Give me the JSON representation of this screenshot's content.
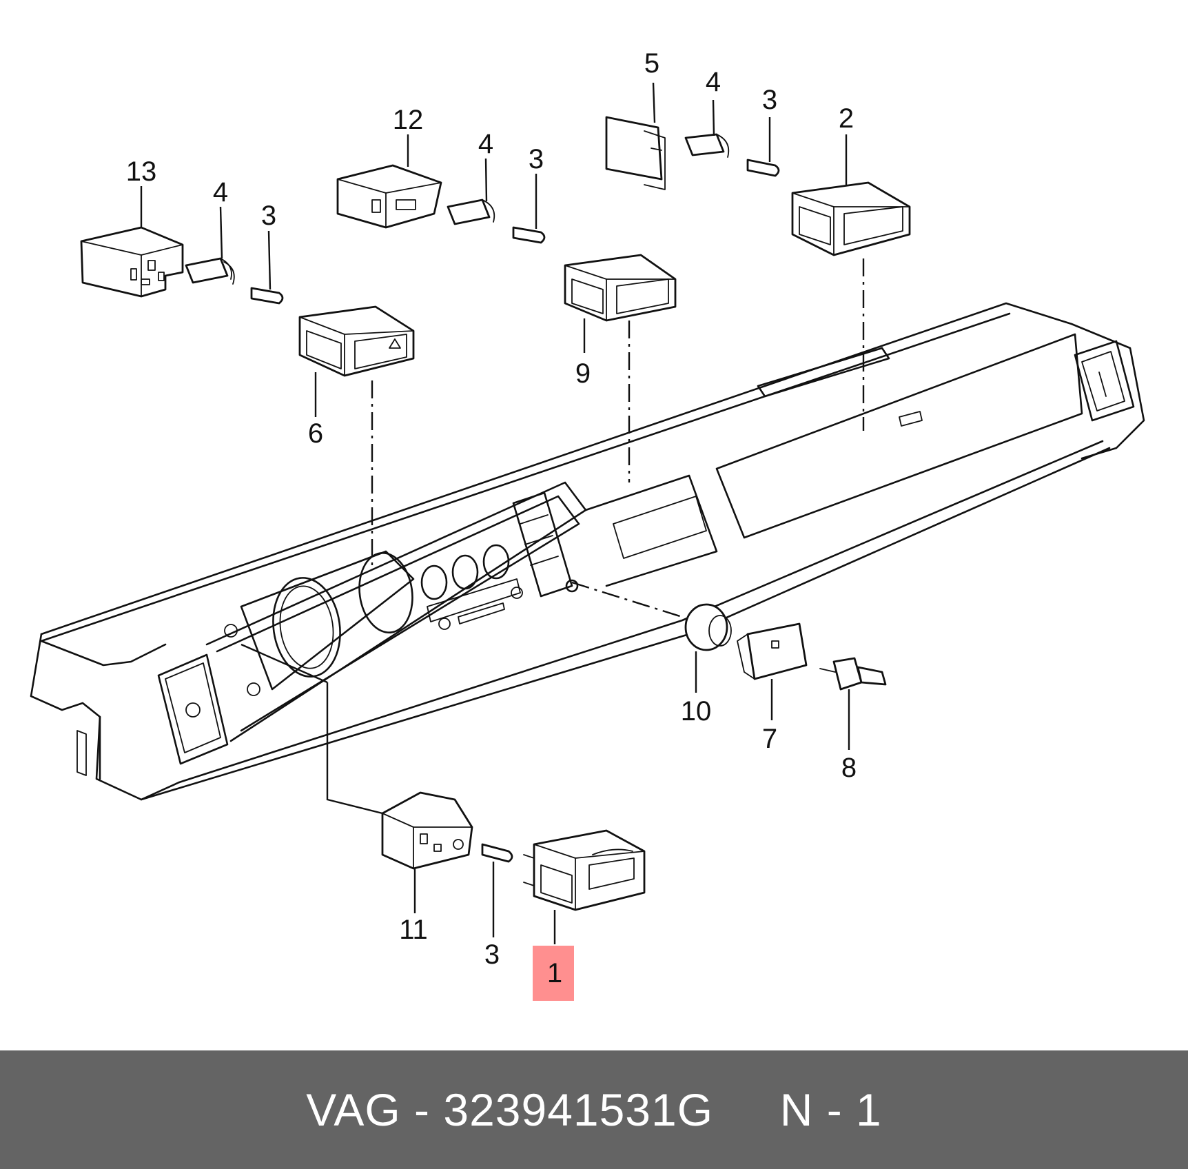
{
  "footer": {
    "text": "VAG - 323941531G     N - 1",
    "background": "#646464",
    "color": "#ffffff"
  },
  "highlight": {
    "color": "#ff8f8f",
    "target_callout": "1"
  },
  "callouts": [
    {
      "id": "c13",
      "label": "13"
    },
    {
      "id": "c4a",
      "label": "4"
    },
    {
      "id": "c3a",
      "label": "3"
    },
    {
      "id": "c12",
      "label": "12"
    },
    {
      "id": "c4b",
      "label": "4"
    },
    {
      "id": "c3b",
      "label": "3"
    },
    {
      "id": "c5",
      "label": "5"
    },
    {
      "id": "c4c",
      "label": "4"
    },
    {
      "id": "c3c",
      "label": "3"
    },
    {
      "id": "c2",
      "label": "2"
    },
    {
      "id": "c9",
      "label": "9"
    },
    {
      "id": "c6",
      "label": "6"
    },
    {
      "id": "c10",
      "label": "10"
    },
    {
      "id": "c7",
      "label": "7"
    },
    {
      "id": "c8",
      "label": "8"
    },
    {
      "id": "c11",
      "label": "11"
    },
    {
      "id": "c3d",
      "label": "3"
    },
    {
      "id": "c1",
      "label": "1"
    }
  ]
}
